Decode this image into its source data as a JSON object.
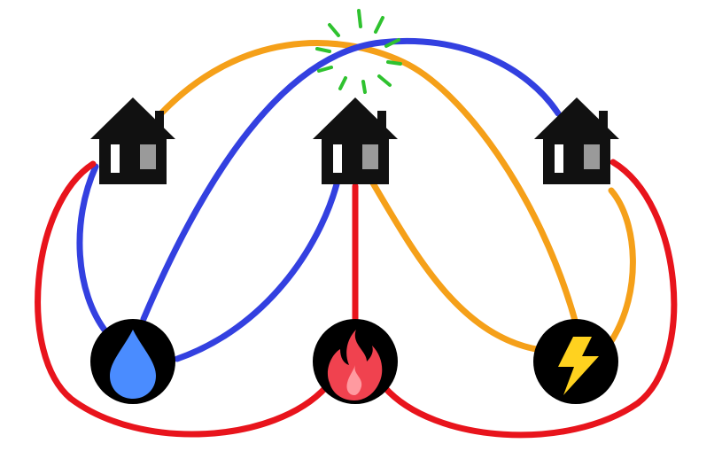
{
  "diagram": {
    "houses": [
      {
        "name": "house-left"
      },
      {
        "name": "house-middle"
      },
      {
        "name": "house-right"
      }
    ],
    "utilities": [
      {
        "name": "water",
        "icon": "water-drop-icon",
        "color": "#4a8cff"
      },
      {
        "name": "gas",
        "icon": "flame-icon",
        "color": "#f0424f"
      },
      {
        "name": "electricity",
        "icon": "lightning-bolt-icon",
        "color": "#ffd21f"
      }
    ],
    "connections": [
      {
        "from": "water",
        "to": "house-left",
        "line": "blue"
      },
      {
        "from": "water",
        "to": "house-middle",
        "line": "blue"
      },
      {
        "from": "water",
        "to": "house-right",
        "line": "blue"
      },
      {
        "from": "gas",
        "to": "house-left",
        "line": "red"
      },
      {
        "from": "gas",
        "to": "house-middle",
        "line": "red"
      },
      {
        "from": "gas",
        "to": "house-right",
        "line": "red"
      },
      {
        "from": "electricity",
        "to": "house-left",
        "line": "orange"
      },
      {
        "from": "electricity",
        "to": "house-middle",
        "line": "orange"
      },
      {
        "from": "electricity",
        "to": "house-right",
        "line": "orange"
      }
    ],
    "crossing_marker": "burst-icon",
    "colors": {
      "water_line": "#3340e0",
      "gas_line": "#e8141c",
      "electricity_line": "#f5a019",
      "burst": "#2fc22f",
      "house": "#111111",
      "window": "#9a9a9a",
      "icon_background": "#000000"
    }
  }
}
